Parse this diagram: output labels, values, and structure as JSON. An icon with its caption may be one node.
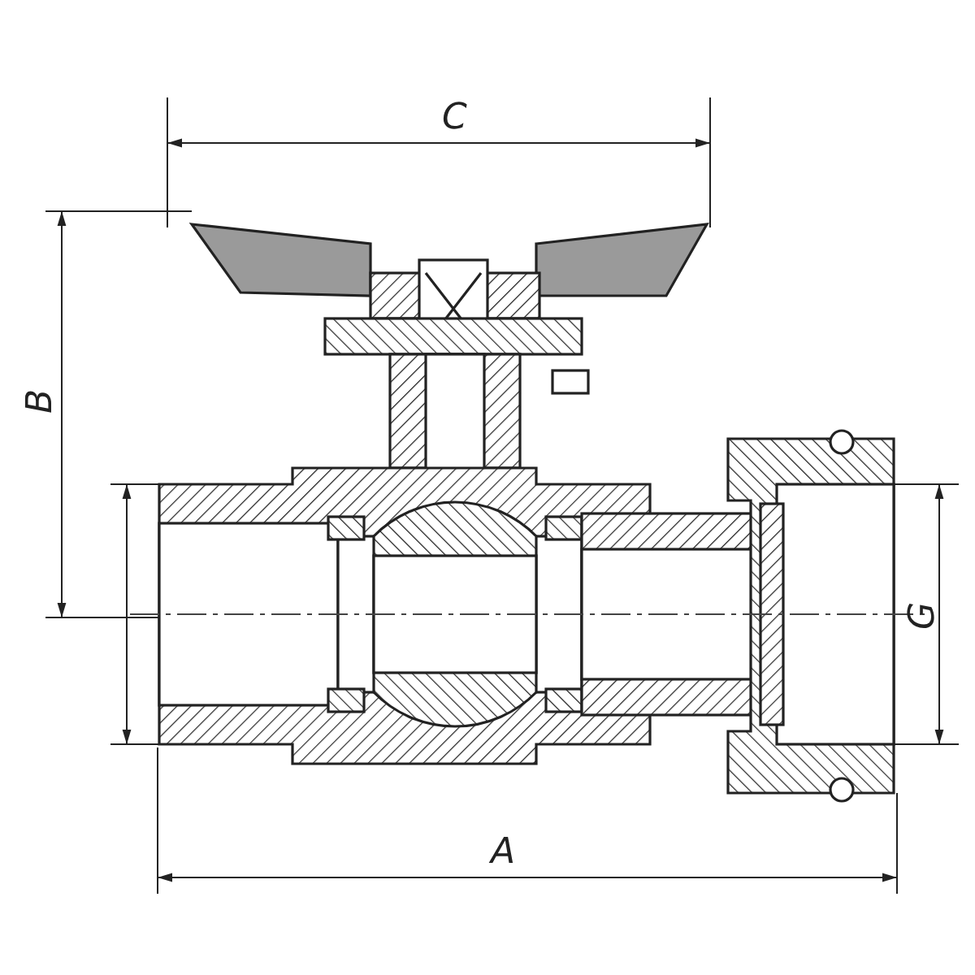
{
  "diagram": {
    "labels": [
      "C",
      "B",
      "G",
      "A"
    ]
  }
}
